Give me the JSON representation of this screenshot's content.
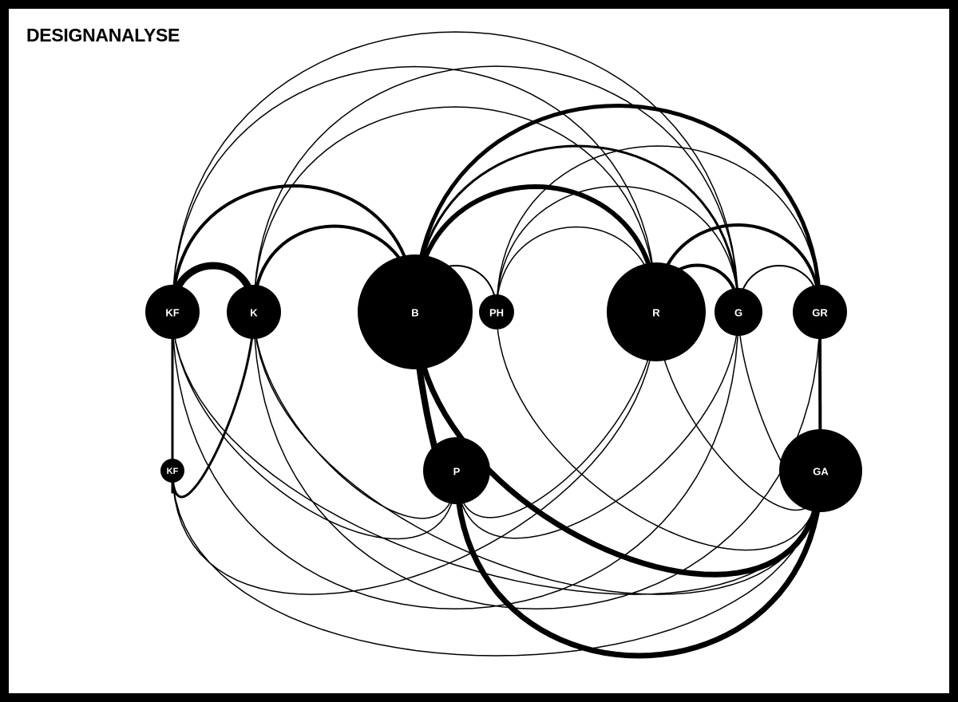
{
  "title": "DESIGNANALYSE",
  "colors": {
    "ink": "#000000",
    "paper": "#ffffff"
  },
  "nodes": [
    {
      "id": "kf1",
      "label": "KF",
      "value": 3
    },
    {
      "id": "k",
      "label": "K",
      "value": 3
    },
    {
      "id": "b",
      "label": "B",
      "value": 7
    },
    {
      "id": "ph",
      "label": "PH",
      "value": 2
    },
    {
      "id": "r",
      "label": "R",
      "value": 6
    },
    {
      "id": "g",
      "label": "G",
      "value": 3
    },
    {
      "id": "gr",
      "label": "GR",
      "value": 3
    },
    {
      "id": "kf2",
      "label": "KF",
      "value": 1
    },
    {
      "id": "p",
      "label": "P",
      "value": 4
    },
    {
      "id": "ga",
      "label": "GA",
      "value": 5
    }
  ],
  "edges": [
    {
      "from": "kf1",
      "to": "k",
      "weight": 9,
      "side": "above"
    },
    {
      "from": "kf1",
      "to": "b",
      "weight": 4,
      "side": "above"
    },
    {
      "from": "k",
      "to": "b",
      "weight": 4,
      "side": "above"
    },
    {
      "from": "b",
      "to": "ph",
      "weight": 2,
      "side": "above"
    },
    {
      "from": "b",
      "to": "r",
      "weight": 6,
      "side": "above"
    },
    {
      "from": "b",
      "to": "g",
      "weight": 3,
      "side": "above"
    },
    {
      "from": "b",
      "to": "gr",
      "weight": 5,
      "side": "above"
    },
    {
      "from": "r",
      "to": "g",
      "weight": 4,
      "side": "above"
    },
    {
      "from": "r",
      "to": "gr",
      "weight": 4,
      "side": "above"
    },
    {
      "from": "g",
      "to": "gr",
      "weight": 2,
      "side": "above"
    },
    {
      "from": "ph",
      "to": "r",
      "weight": 1.5,
      "side": "above"
    },
    {
      "from": "ph",
      "to": "g",
      "weight": 1.5,
      "side": "above"
    },
    {
      "from": "ph",
      "to": "gr",
      "weight": 1.5,
      "side": "above"
    },
    {
      "from": "kf1",
      "to": "r",
      "weight": 1.5,
      "side": "above"
    },
    {
      "from": "kf1",
      "to": "g",
      "weight": 1.5,
      "side": "above"
    },
    {
      "from": "k",
      "to": "r",
      "weight": 1.5,
      "side": "above"
    },
    {
      "from": "k",
      "to": "g",
      "weight": 1.5,
      "side": "above"
    },
    {
      "from": "kf1",
      "to": "kf2",
      "weight": 3,
      "side": "below"
    },
    {
      "from": "k",
      "to": "kf2",
      "weight": 3,
      "side": "below"
    },
    {
      "from": "b",
      "to": "p",
      "weight": 8,
      "side": "below"
    },
    {
      "from": "b",
      "to": "ga",
      "weight": 7,
      "side": "below"
    },
    {
      "from": "p",
      "to": "ga",
      "weight": 7,
      "side": "below"
    },
    {
      "from": "gr",
      "to": "ga",
      "weight": 4,
      "side": "below"
    },
    {
      "from": "kf1",
      "to": "p",
      "weight": 1.5,
      "side": "below"
    },
    {
      "from": "kf1",
      "to": "ga",
      "weight": 1.5,
      "side": "below"
    },
    {
      "from": "k",
      "to": "p",
      "weight": 1.5,
      "side": "below"
    },
    {
      "from": "k",
      "to": "ga",
      "weight": 1.5,
      "side": "below"
    },
    {
      "from": "kf2",
      "to": "ga",
      "weight": 1.5,
      "side": "below"
    },
    {
      "from": "r",
      "to": "p",
      "weight": 1.5,
      "side": "below"
    },
    {
      "from": "r",
      "to": "kf2",
      "weight": 1.5,
      "side": "below"
    },
    {
      "from": "g",
      "to": "p",
      "weight": 1.5,
      "side": "below"
    },
    {
      "from": "g",
      "to": "kf1",
      "weight": 1.5,
      "side": "below"
    },
    {
      "from": "ph",
      "to": "ga",
      "weight": 1.5,
      "side": "below"
    },
    {
      "from": "gr",
      "to": "k",
      "weight": 1.5,
      "side": "below"
    },
    {
      "from": "r",
      "to": "ga",
      "weight": 1.5,
      "side": "below"
    },
    {
      "from": "g",
      "to": "ga",
      "weight": 1.5,
      "side": "below"
    }
  ]
}
